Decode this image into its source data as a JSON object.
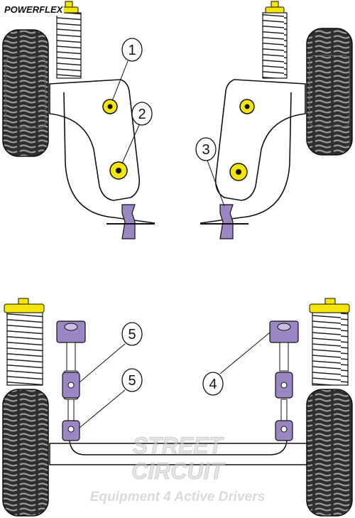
{
  "brand": {
    "logo_text": "POWERFLEX"
  },
  "callouts": [
    "1",
    "2",
    "3",
    "5",
    "5",
    "4"
  ],
  "watermark": {
    "logo_line1": "STREET",
    "logo_line2": "CIRCUIT",
    "tagline": "Equipment 4 Active Drivers"
  },
  "colors": {
    "bush_yellow": "#f5e600",
    "bush_purple": "#9b86c4",
    "tyre_dark": "#2e2e2e",
    "tyre_light": "#b4b4b4",
    "outline": "#111111"
  }
}
